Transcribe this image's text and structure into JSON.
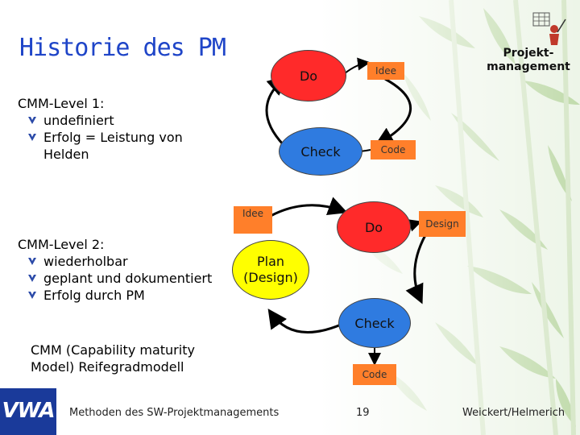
{
  "slide": {
    "title": "Historie des PM",
    "brand_line1": "Projekt-",
    "brand_line2": "management",
    "level1_heading": "CMM-Level 1:",
    "level1_items": [
      "undefiniert",
      "Erfolg = Leistung von",
      "Helden"
    ],
    "level2_heading": "CMM-Level 2:",
    "level2_items": [
      "wiederholbar",
      "geplant und dokumentiert",
      "Erfolg durch PM"
    ],
    "cmm_note_line1": "CMM (Capability maturity",
    "cmm_note_line2": "Model) Reifegradmodell"
  },
  "cycle1": {
    "do_label": "Do",
    "idee_label": "Idee",
    "check_label": "Check",
    "code_label": "Code"
  },
  "cycle2": {
    "idee_label": "Idee",
    "plan_label_line1": "Plan",
    "plan_label_line2": "(Design)",
    "do_label": "Do",
    "design_label": "Design",
    "check_label": "Check",
    "code_label": "Code"
  },
  "footer": {
    "course": "Methoden des SW-Projektmanagements",
    "page_number": "19",
    "authors": "Weickert/Helmerich",
    "logo_text": "VWA"
  },
  "colors": {
    "title": "#1f45c8",
    "do_red": "#ff2a2a",
    "check_blue": "#2f7be0",
    "plan_yellow": "#ffff00",
    "box_orange": "#ff7f2a"
  }
}
